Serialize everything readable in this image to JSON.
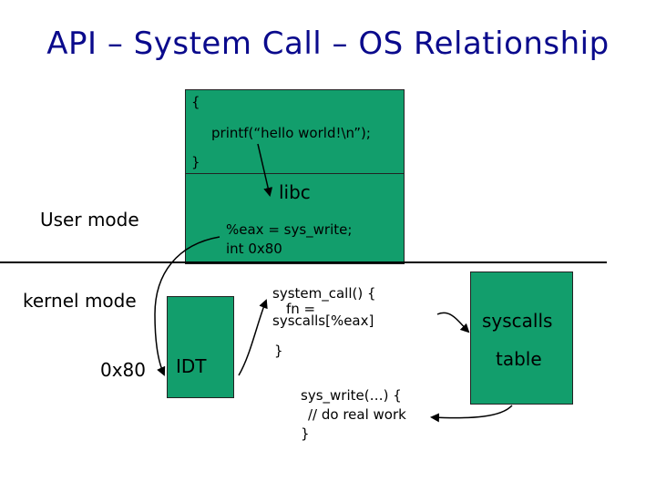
{
  "title": "API – System Call – OS Relationship",
  "code_box": {
    "line1": "{",
    "line2": "printf(“hello world!\\n”);",
    "line3": "}"
  },
  "libc_box": {
    "label": "libc",
    "line1": "%eax = sys_write;",
    "line2": "int 0x80"
  },
  "user_mode_label": "User mode",
  "kernel_mode_label": "kernel mode",
  "vector_label": "0x80",
  "idt_label": "IDT",
  "system_call": {
    "line1": "system_call() {",
    "line2": "fn =",
    "line3": "syscalls[%eax]",
    "line4": "}"
  },
  "sys_write": {
    "line1": "sys_write(…) {",
    "line2": "// do real work",
    "line3": "}"
  },
  "syscalls_table": {
    "line1": "syscalls",
    "line2": "table"
  },
  "colors": {
    "box_fill": "#129e6c",
    "title": "#0a0a8c"
  }
}
